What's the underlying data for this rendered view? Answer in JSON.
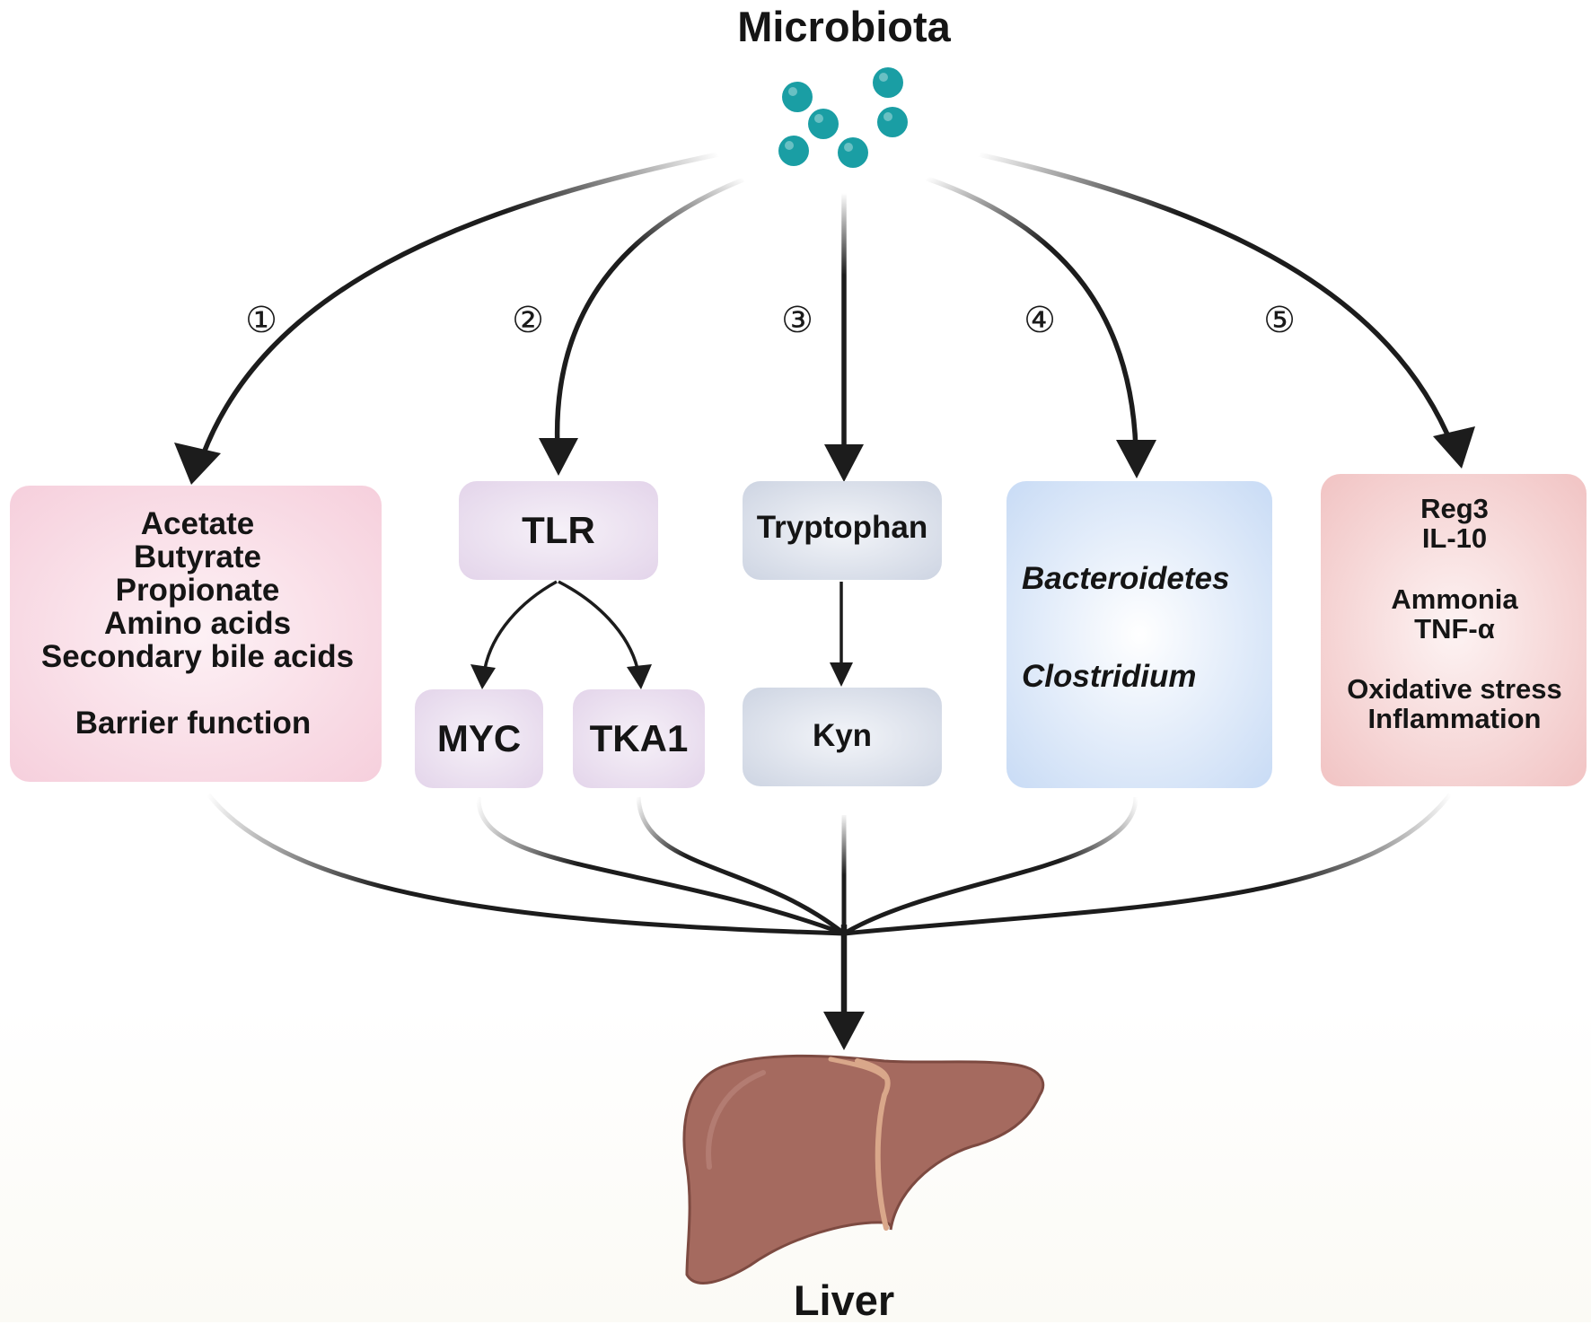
{
  "title": "Microbiota",
  "target": "Liver",
  "pathway_numbers": [
    "①",
    "②",
    "③",
    "④",
    "⑤"
  ],
  "pathway1": {
    "items": [
      "Acetate",
      "Butyrate",
      "Propionate",
      "Amino acids",
      "Secondary bile acids"
    ],
    "barrier_label": "Barrier function"
  },
  "pathway2": {
    "top": "TLR",
    "left": "MYC",
    "right": "TKA1"
  },
  "pathway3": {
    "top": "Tryptophan",
    "bottom": "Kyn"
  },
  "pathway4": {
    "taxa": [
      "Bacteroidetes",
      "Clostridium"
    ]
  },
  "pathway5": {
    "up": [
      "Reg3",
      "IL-10"
    ],
    "down1": [
      "Ammonia",
      "TNF-α"
    ],
    "down2": [
      "Oxidative stress",
      "Inflammation"
    ]
  },
  "colors": {
    "arrow": "#1c1c1c",
    "indicator_arrow": "#4f5d9c",
    "microbe": "#1a9ea4",
    "liver": "#a56a5f",
    "ligament": "#d9a78a"
  }
}
